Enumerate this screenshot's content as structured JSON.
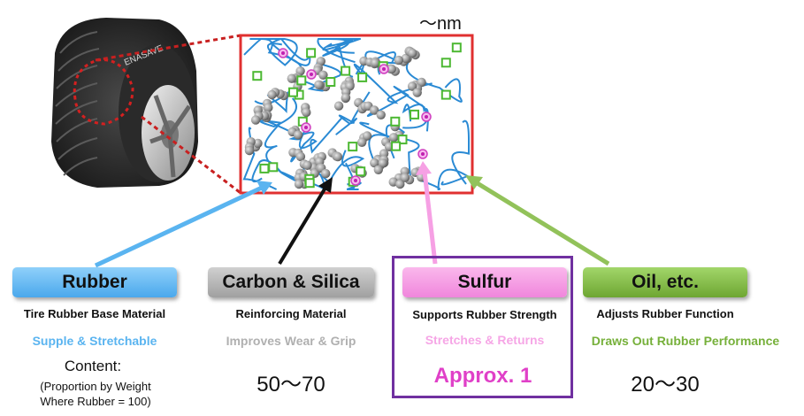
{
  "scale_label": "～nm",
  "colors": {
    "rubber": "#5ab4f0",
    "carbon": "#9a9a9a",
    "sulfur": "#f08ce0",
    "oil": "#76b03a",
    "frame": "#e03030",
    "chain": "#2a8ad4",
    "highlight": "#7030a0"
  },
  "tire": {
    "icon": "tire-image",
    "sidewall_text": "ENASAVE"
  },
  "content": {
    "label": "Content:",
    "note_line1": "(Proportion by Weight",
    "note_line2": "Where Rubber = 100)"
  },
  "ingredients": [
    {
      "name": "Rubber",
      "role": "Tire Rubber Base Material",
      "description": "Supple & Stretchable",
      "amount": ""
    },
    {
      "name": "Carbon & Silica",
      "role": "Reinforcing Material",
      "description": "Improves Wear & Grip",
      "amount": "50～70"
    },
    {
      "name": "Sulfur",
      "role": "Supports Rubber Strength",
      "description": "Stretches & Returns",
      "amount": "Approx. 1"
    },
    {
      "name": "Oil, etc.",
      "role": "Adjusts Rubber Function",
      "description": "Draws Out Rubber Performance",
      "amount": "20～30"
    }
  ]
}
